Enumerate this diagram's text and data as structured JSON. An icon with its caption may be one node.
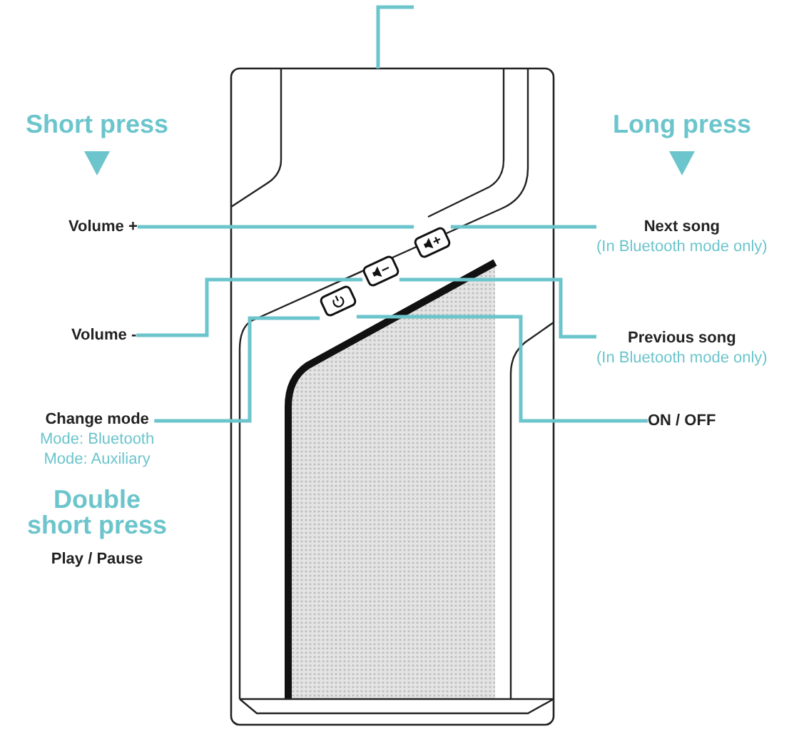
{
  "diagram": {
    "nodes": [
      {
        "text": [
          "Volume +"
        ]
      },
      {
        "text": [
          "Next song",
          "(In Bluetooth mode only)"
        ]
      },
      {
        "text": [],
        "shape": "picture"
      },
      {
        "text": [],
        "shape": "box",
        "in": 2
      },
      {
        "text": [],
        "shape": "box",
        "in": 2
      },
      {
        "text": [],
        "shape": "box",
        "in": 2
      },
      {
        "text": [
          "Volume -"
        ]
      },
      {
        "text": [
          "Previous song",
          "(In Bluetooth mode only)"
        ]
      },
      {
        "text": [
          "Change mode",
          "Mode: Bluetooth",
          "Mode: Auxiliary"
        ]
      },
      {
        "text": [
          "ON / OFF"
        ]
      }
    ],
    "edges": [
      {
        "from": 0,
        "to": 3,
        "arrow": "none"
      },
      {
        "from": 1,
        "to": 3,
        "arrow": "none"
      },
      {
        "from": 6,
        "to": 4,
        "arrow": "none"
      },
      {
        "from": 7,
        "to": 4,
        "arrow": "none"
      },
      {
        "from": 8,
        "to": 5,
        "arrow": "none"
      },
      {
        "from": 9,
        "to": 5,
        "arrow": "none"
      },
      {
        "from": null,
        "to": 2,
        "arrow": "none"
      }
    ],
    "labels": [
      "Short press",
      "Long press",
      "Double short press",
      "Play / Pause"
    ]
  }
}
